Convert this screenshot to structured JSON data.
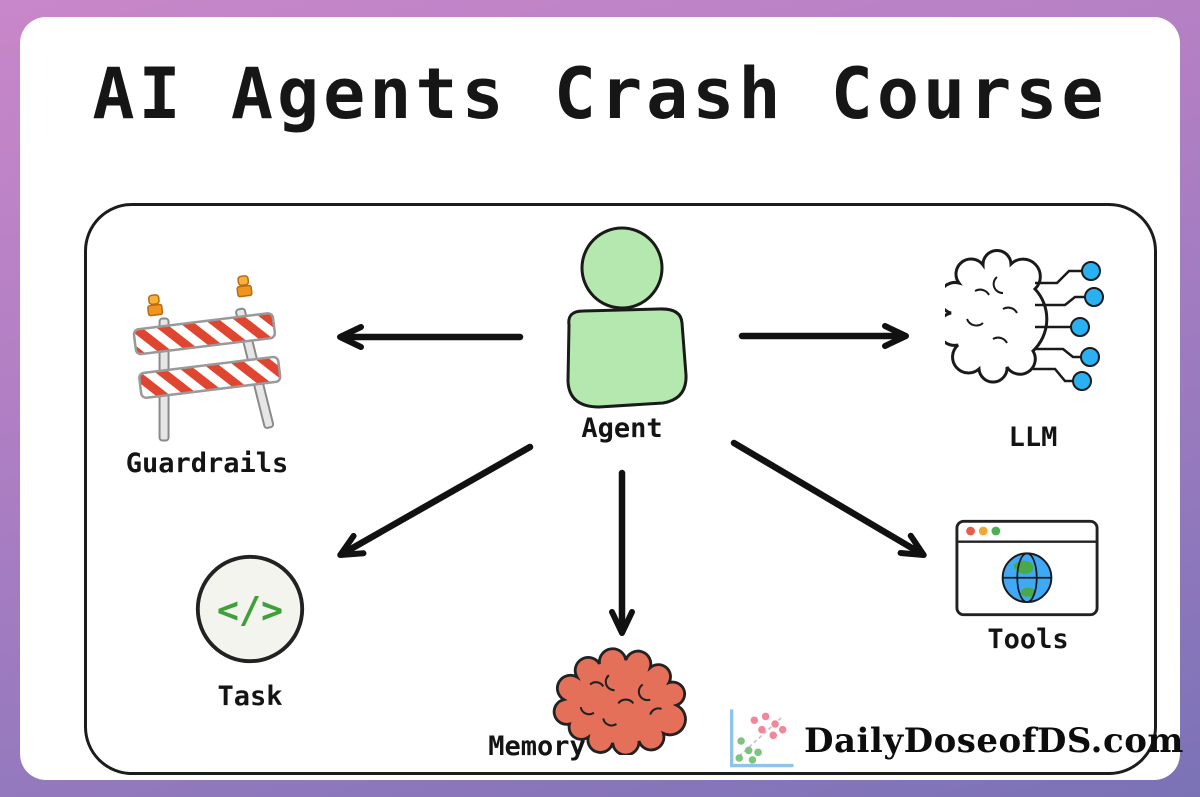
{
  "title": "AI Agents Crash Course",
  "agent": {
    "label": "Agent"
  },
  "nodes": {
    "guardrails": {
      "label": "Guardrails"
    },
    "llm": {
      "label": "LLM"
    },
    "task": {
      "label": "Task",
      "icon_glyph": "</>"
    },
    "memory": {
      "label": "Memory"
    },
    "tools": {
      "label": "Tools"
    }
  },
  "branding": {
    "site": "DailyDoseofDS.com"
  },
  "colors": {
    "agent_green": "#b5e8ae",
    "circuit_node_blue": "#2ab1f2",
    "memory_red": "#e4705a",
    "barrier_red": "#e0452f",
    "task_code_green": "#3fa03a",
    "background_top": "#c887c9",
    "background_bottom": "#7b72b6"
  }
}
